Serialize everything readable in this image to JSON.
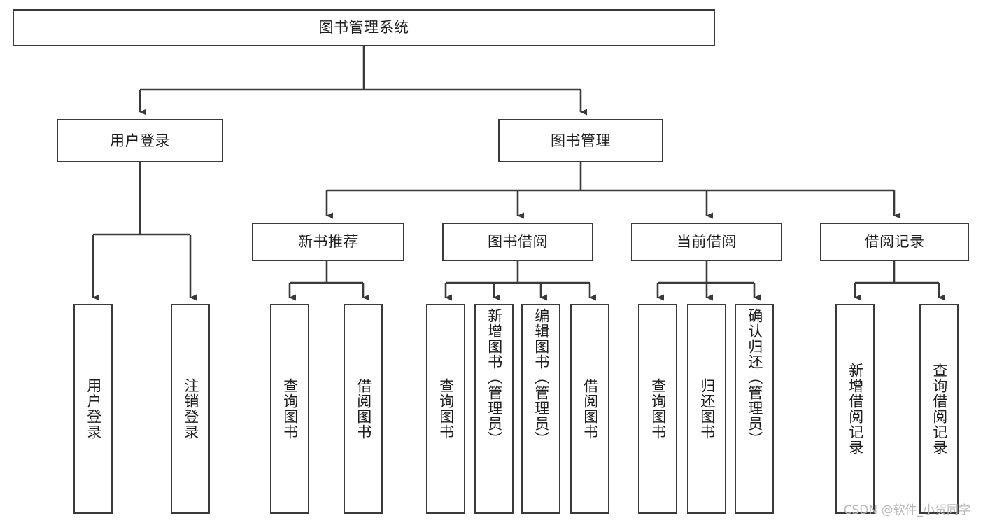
{
  "diagram": {
    "title": "图书管理系统",
    "watermark": "CSDN @软件_小贺同学",
    "colors": {
      "box_border": "#3a3a3a",
      "box_fill": "#ffffff",
      "connector": "#3a3a3a",
      "text": "#1d1d1d",
      "watermark": "#b9b9b9"
    },
    "nodes": {
      "root": {
        "label": "图书管理系统"
      },
      "level1": [
        {
          "label": "用户登录"
        },
        {
          "label": "图书管理"
        }
      ],
      "level2": [
        {
          "label": "新书推荐"
        },
        {
          "label": "图书借阅"
        },
        {
          "label": "当前借阅"
        },
        {
          "label": "借阅记录"
        }
      ],
      "leaves_user_login": [
        {
          "label": "用户登录"
        },
        {
          "label": "注销登录"
        }
      ],
      "leaves_new_books": [
        {
          "label": "查询图书"
        },
        {
          "label": "借阅图书"
        }
      ],
      "leaves_borrow": [
        {
          "label": "查询图书"
        },
        {
          "label": "新增图书（管理员）"
        },
        {
          "label": "编辑图书（管理员）"
        },
        {
          "label": "借阅图书"
        }
      ],
      "leaves_current": [
        {
          "label": "查询图书"
        },
        {
          "label": "归还图书"
        },
        {
          "label": "确认归还（管理员）"
        }
      ],
      "leaves_records": [
        {
          "label": "新增借阅记录"
        },
        {
          "label": "查询借阅记录"
        }
      ]
    }
  }
}
